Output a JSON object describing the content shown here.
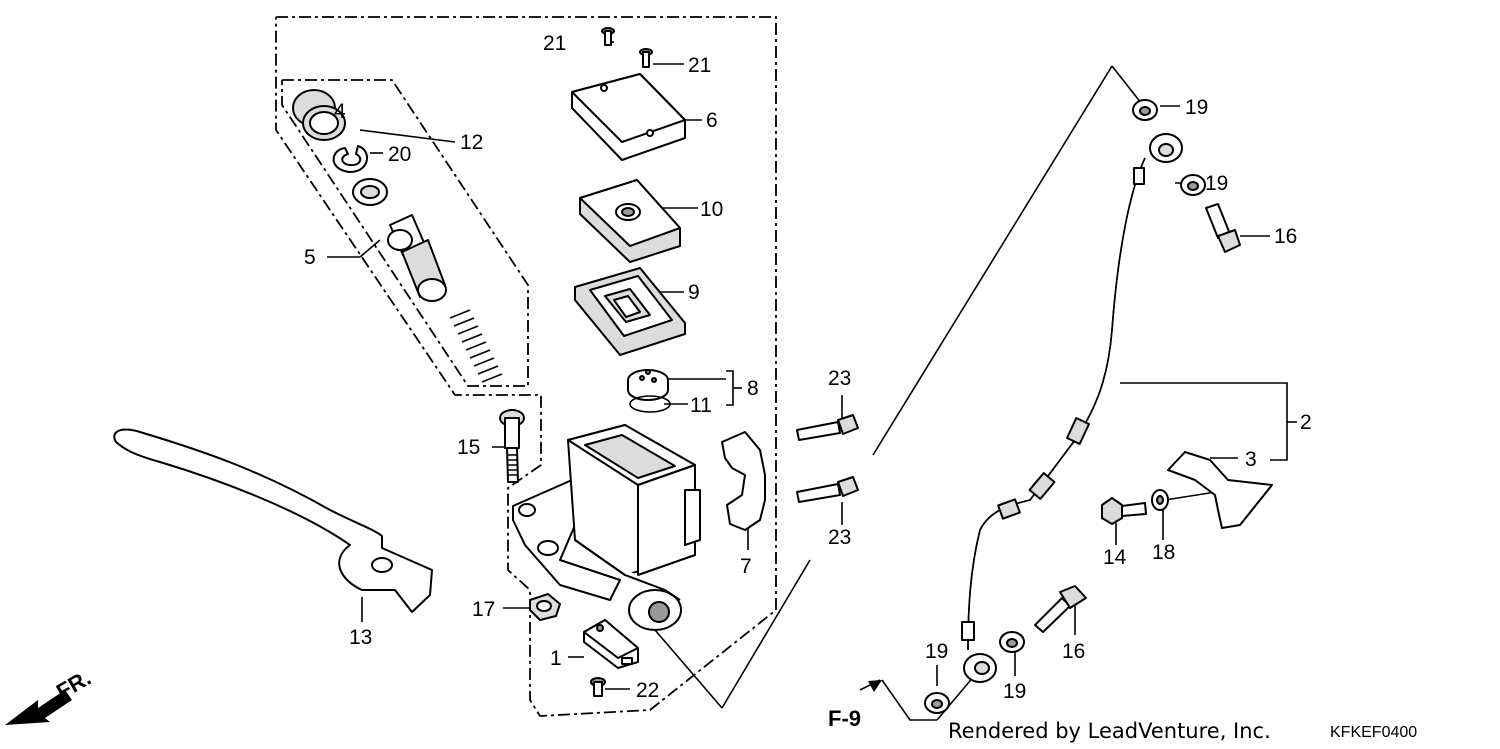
{
  "callouts": {
    "c1": "1",
    "c2": "2",
    "c3": "3",
    "c4": "4",
    "c5": "5",
    "c6": "6",
    "c7": "7",
    "c8": "8",
    "c9": "9",
    "c10": "10",
    "c11": "11",
    "c12": "12",
    "c13": "13",
    "c14": "14",
    "c15": "15",
    "c16a": "16",
    "c16b": "16",
    "c17": "17",
    "c18": "18",
    "c19a": "19",
    "c19b": "19",
    "c19c": "19",
    "c19d": "19",
    "c20": "20",
    "c21a": "21",
    "c21b": "21",
    "c22": "22",
    "c23a": "23",
    "c23b": "23"
  },
  "front_marker": "FR.",
  "ref_label": "F-9",
  "credit": "Rendered by LeadVenture, Inc.",
  "diagram_code": "KFKEF0400"
}
